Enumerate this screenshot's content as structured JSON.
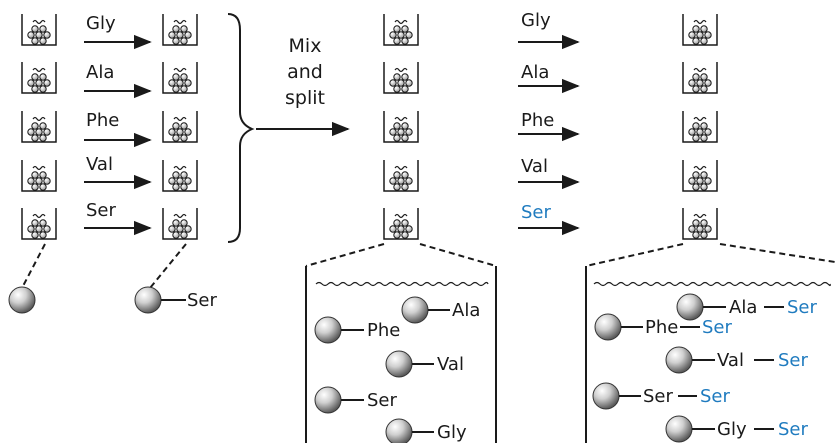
{
  "col1_amino_acids": [
    "Gly",
    "Ala",
    "Phe",
    "Val",
    "Ser"
  ],
  "mix_label": [
    "Mix",
    "and",
    "split"
  ],
  "col3_amino_acids": [
    "Gly",
    "Ala",
    "Phe",
    "Val",
    "Ser"
  ],
  "coupled_label": "Ser",
  "pool_before": [
    "Ala",
    "Phe",
    "Val",
    "Ser",
    "Gly"
  ],
  "pool_after": [
    {
      "first": "Ala",
      "second": "Ser"
    },
    {
      "first": "Phe",
      "second": "Ser"
    },
    {
      "first": "Val",
      "second": "Ser"
    },
    {
      "first": "Ser",
      "second": "Ser"
    },
    {
      "first": "Gly",
      "second": "Ser"
    }
  ],
  "colors": {
    "text": "#1a1a1a",
    "accent": "#1f7bbf",
    "bead_light": "#f2f2f2",
    "bead_dark": "#6b6b6b"
  }
}
